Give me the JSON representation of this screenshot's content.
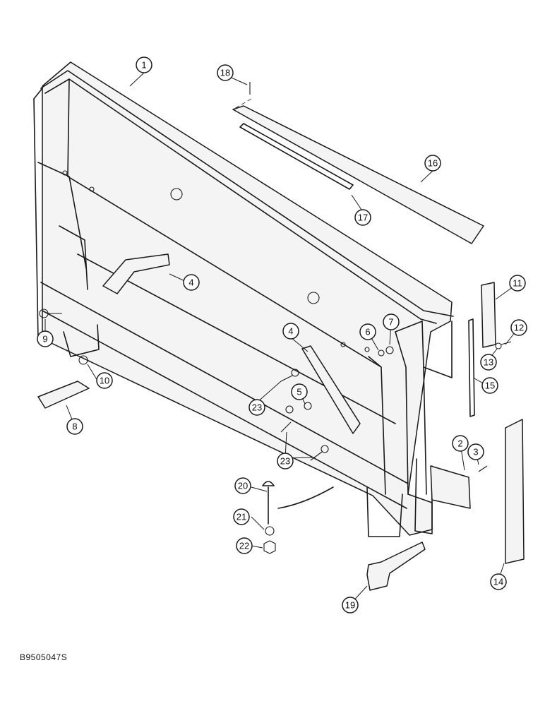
{
  "figure": {
    "reference_code": "B9505047S",
    "callouts": [
      "1",
      "2",
      "3",
      "4",
      "5",
      "6",
      "7",
      "8",
      "9",
      "10",
      "11",
      "12",
      "13",
      "14",
      "15",
      "16",
      "17",
      "18",
      "19",
      "20",
      "21",
      "22",
      "23"
    ]
  }
}
